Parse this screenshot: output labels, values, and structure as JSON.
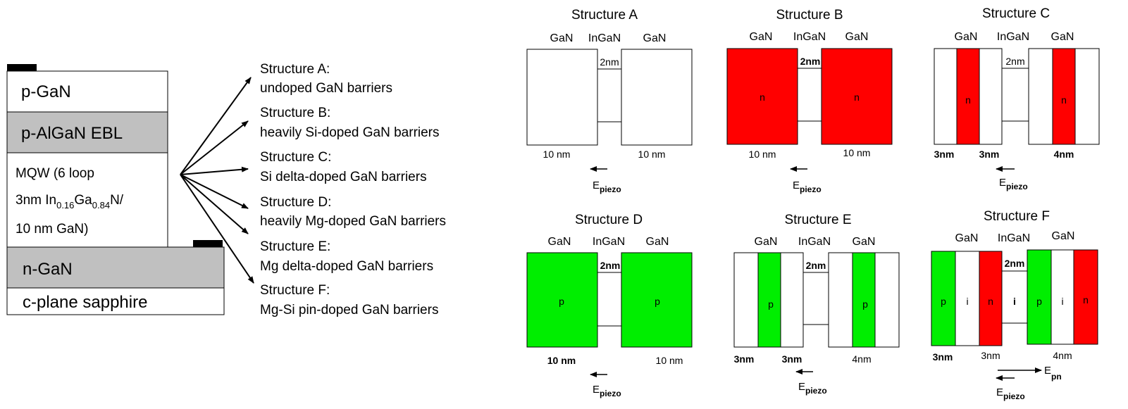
{
  "colors": {
    "n_doped": "#ff0000",
    "p_doped": "#00ee00",
    "cladding_gray": "#c0c0c0",
    "electrode": "#000000"
  },
  "stack": {
    "p_gan": "p-GaN",
    "p_algan": "p-AlGaN EBL",
    "mqw_line1": "MQW  (6 loop",
    "mqw_line2_pre": "3nm  In",
    "mqw_sub1": "0.16",
    "mqw_mid": "Ga",
    "mqw_sub2": "0.84",
    "mqw_post": "N/",
    "mqw_line3": "10 nm GaN)",
    "n_gan": "n-GaN",
    "sapphire": "c-plane sapphire"
  },
  "structures_list": [
    {
      "name": "Structure A:",
      "desc": "undoped GaN barriers"
    },
    {
      "name": "Structure B:",
      "desc": "heavily Si-doped GaN barriers"
    },
    {
      "name": "Structure C:",
      "desc": "Si delta-doped GaN barriers"
    },
    {
      "name": "Structure D:",
      "desc": "heavily Mg-doped GaN barriers"
    },
    {
      "name": "Structure E:",
      "desc": "Mg delta-doped GaN barriers"
    },
    {
      "name": "Structure F:",
      "desc": "Mg-Si pin-doped GaN barriers"
    }
  ],
  "common": {
    "gan": "GaN",
    "ingan": "InGaN",
    "two_nm": "2nm",
    "e_letter": "E",
    "piezo_sub": "piezo",
    "pn_sub": "pn"
  },
  "panels": {
    "a": {
      "title": "Structure A",
      "dims": [
        "10 nm",
        "10 nm"
      ]
    },
    "b": {
      "title": "Structure B",
      "dims": [
        "10 nm",
        "10 nm"
      ],
      "labels": [
        "n",
        "n"
      ]
    },
    "c": {
      "title": "Structure C",
      "dims": [
        "3nm",
        "3nm",
        "4nm"
      ],
      "labels": [
        "n",
        "n"
      ]
    },
    "d": {
      "title": "Structure D",
      "dims": [
        "10 nm",
        "10 nm"
      ],
      "labels": [
        "p",
        "p"
      ]
    },
    "e": {
      "title": "Structure E",
      "dims": [
        "3nm",
        "3nm",
        "4nm"
      ],
      "labels": [
        "p",
        "p"
      ]
    },
    "f": {
      "title": "Structure F",
      "dims": [
        "3nm",
        "3nm",
        "4nm"
      ],
      "labels": [
        "p",
        "i",
        "n",
        "i",
        "p",
        "i",
        "n"
      ]
    }
  }
}
